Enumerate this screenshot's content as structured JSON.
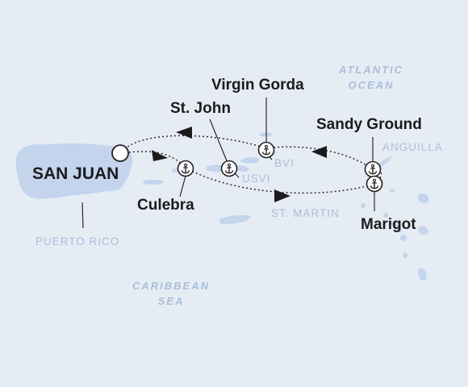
{
  "colors": {
    "sea": "#e6ecf4",
    "land": "#c3d4ec",
    "label_light": "#a9bedb",
    "route": "#222222",
    "text": "#1b1b1b"
  },
  "ports": {
    "san_juan": "SAN JUAN",
    "culebra": "Culebra",
    "st_john": "St. John",
    "virgin_gorda": "Virgin Gorda",
    "sandy_ground": "Sandy Ground",
    "marigot": "Marigot"
  },
  "regions": {
    "puerto_rico": "PUERTO RICO",
    "bvi": "BVI",
    "usvi": "USVI",
    "anguilla": "ANGUILLA",
    "st_martin": "ST. MARTIN"
  },
  "oceans": {
    "atlantic_line1": "ATLANTIC",
    "atlantic_line2": "OCEAN",
    "caribbean_line1": "CARIBBEAN",
    "caribbean_line2": "SEA"
  },
  "icons": {
    "start": "start-circle-icon",
    "stop": "anchor-icon",
    "direction": "arrowhead-icon"
  }
}
